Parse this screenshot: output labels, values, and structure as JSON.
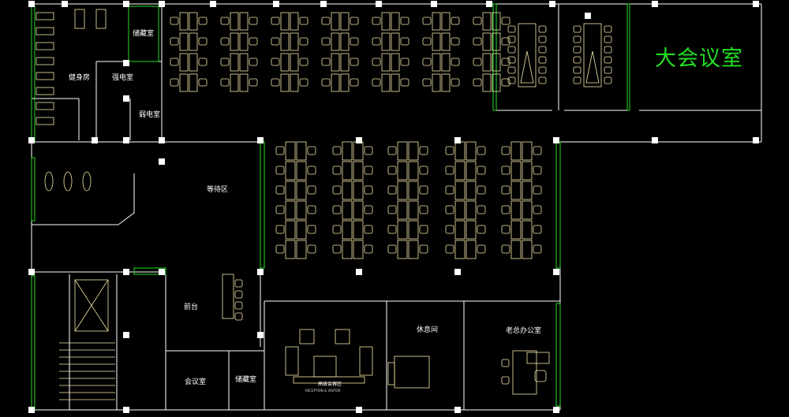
{
  "rooms": {
    "gym": "健身房",
    "storage_top": "储藏室",
    "strong_power": "强电室",
    "weak_power": "弱电室",
    "waiting": "等待区",
    "big_meeting": "大会议室",
    "reception": "前台",
    "meeting": "会议室",
    "storage_bottom": "储藏室",
    "lounge": "休息间",
    "boss_office": "老总办公室",
    "guest_area": "高级会客区",
    "guest_area_en": "RECEPTION & VISITOR"
  },
  "colors": {
    "background": "#000000",
    "wall": "#ffffff",
    "furniture": "#f3e7a8",
    "accent": "#22dd22",
    "label": "#ffffff"
  }
}
